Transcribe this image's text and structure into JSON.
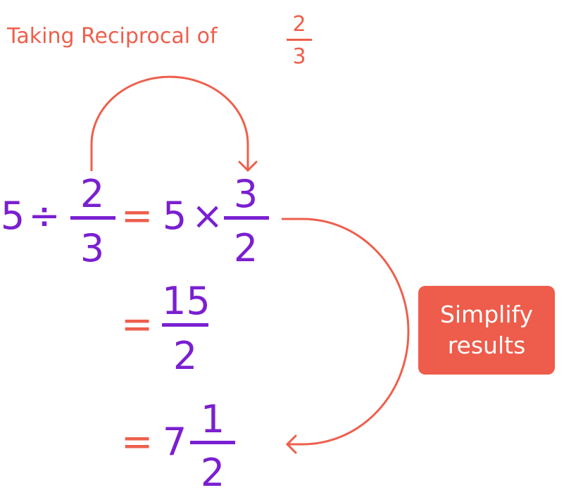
{
  "title": {
    "text": "Taking Reciprocal of",
    "fraction": {
      "numerator": "2",
      "denominator": "3"
    }
  },
  "equation": {
    "line1": {
      "whole": "5",
      "divide": "÷",
      "fraction": {
        "numerator": "2",
        "denominator": "3"
      },
      "equals": "=",
      "whole2": "5",
      "times": "×",
      "fraction2": {
        "numerator": "3",
        "denominator": "2"
      }
    },
    "line2": {
      "equals": "=",
      "fraction": {
        "numerator": "15",
        "denominator": "2"
      }
    },
    "line3": {
      "equals": "=",
      "whole": "7",
      "fraction": {
        "numerator": "1",
        "denominator": "2"
      }
    }
  },
  "badge": {
    "line1": "Simplify",
    "line2": "results"
  },
  "colors": {
    "accent": "#ee5f4c",
    "math": "#7a1fd1",
    "badge": "#ee5c4b"
  }
}
